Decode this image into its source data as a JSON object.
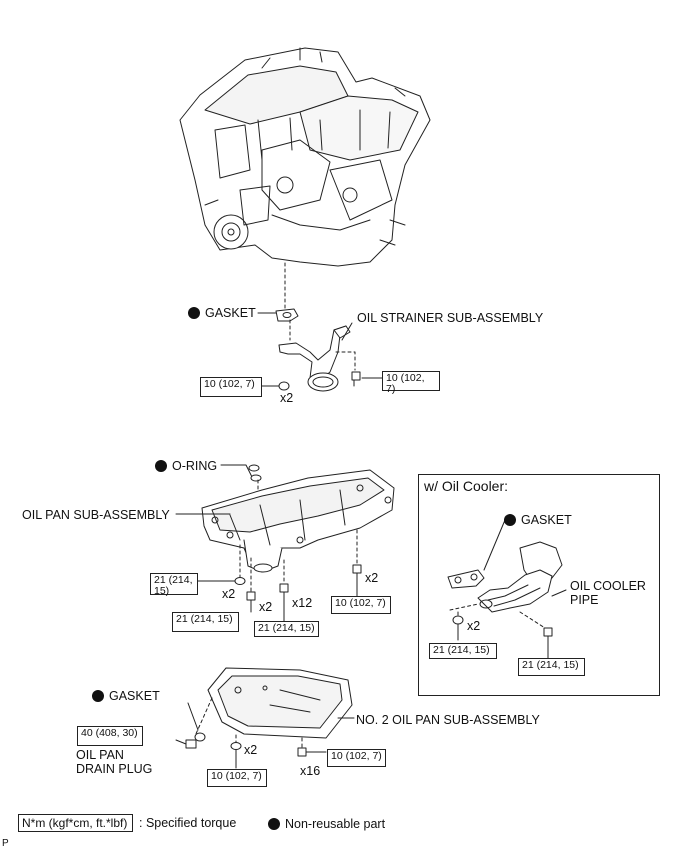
{
  "parts": {
    "gasket_top": "GASKET",
    "oil_strainer": "OIL STRAINER SUB-ASSEMBLY",
    "o_ring": "O-RING",
    "oil_pan": "OIL PAN SUB-ASSEMBLY",
    "no2_oil_pan": "NO. 2 OIL PAN SUB-ASSEMBLY",
    "gasket_drain": "GASKET",
    "drain_plug": "OIL PAN\nDRAIN PLUG"
  },
  "torques": {
    "strainer_left": "10 (102, 7)",
    "strainer_right": "10 (102, 7)",
    "pan_a": "21 (214, 15)",
    "pan_b": "21 (214, 15)",
    "pan_c": "21 (214, 15)",
    "pan_d": "10 (102, 7)",
    "drain": "40 (408, 30)",
    "no2_a": "10 (102, 7)",
    "no2_b": "10 (102, 7)",
    "cooler_a": "21 (214, 15)",
    "cooler_b": "21 (214, 15)"
  },
  "quantities": {
    "q_strainer": "x2",
    "q_pan1": "x2",
    "q_pan2": "x2",
    "q_pan3": "x12",
    "q_pan4": "x2",
    "q_no2a": "x2",
    "q_no2b": "x16",
    "q_cooler": "x2"
  },
  "inset": {
    "title": "w/ Oil Cooler:",
    "gasket": "GASKET",
    "pipe": "OIL COOLER\nPIPE"
  },
  "legend": {
    "torque_box": "N*m (kgf*cm, ft.*lbf)",
    "torque_text": ": Specified torque",
    "non_reusable": "Non-reusable part"
  },
  "page_mark": "P"
}
